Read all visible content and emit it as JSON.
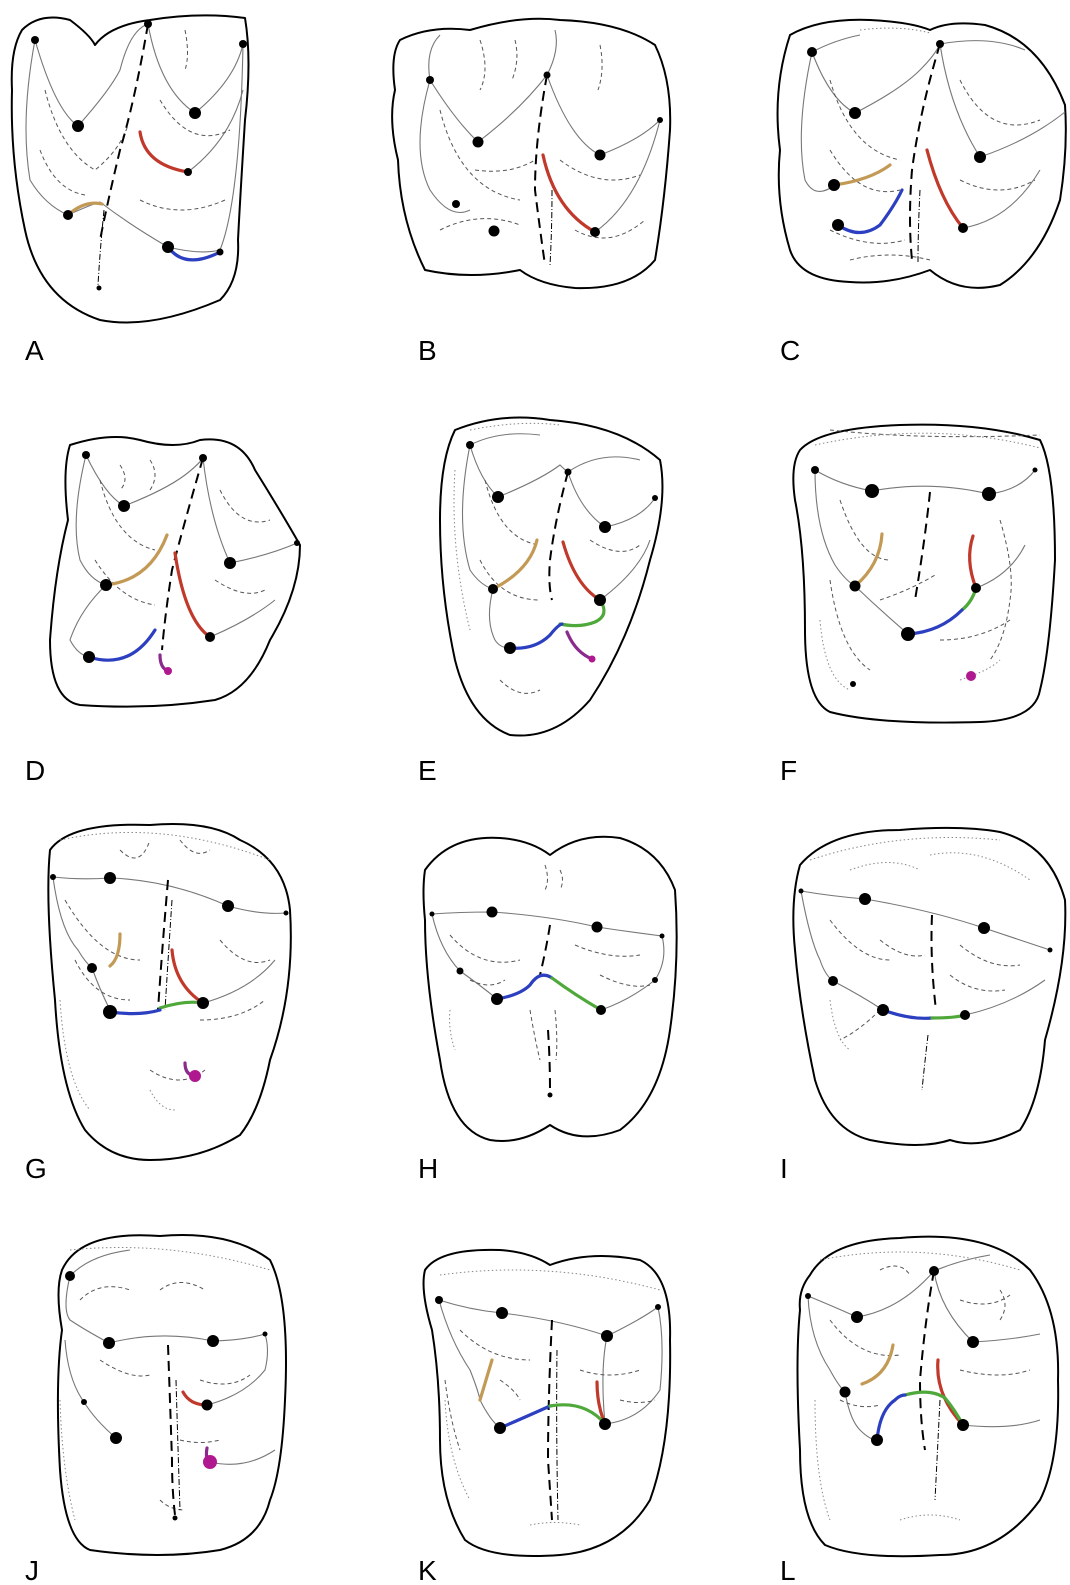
{
  "figure": {
    "panels": [
      {
        "id": "A",
        "label": "A"
      },
      {
        "id": "B",
        "label": "B"
      },
      {
        "id": "C",
        "label": "C"
      },
      {
        "id": "D",
        "label": "D"
      },
      {
        "id": "E",
        "label": "E"
      },
      {
        "id": "F",
        "label": "F"
      },
      {
        "id": "G",
        "label": "G"
      },
      {
        "id": "H",
        "label": "H"
      },
      {
        "id": "I",
        "label": "I"
      },
      {
        "id": "J",
        "label": "J"
      },
      {
        "id": "K",
        "label": "K"
      },
      {
        "id": "L",
        "label": "L"
      }
    ],
    "colors": {
      "tan": "#c39a55",
      "red": "#c0392b",
      "blue": "#2b3fc0",
      "green": "#4fa83a",
      "purple": "#8a2a8c",
      "magenta": "#b0188f"
    }
  }
}
